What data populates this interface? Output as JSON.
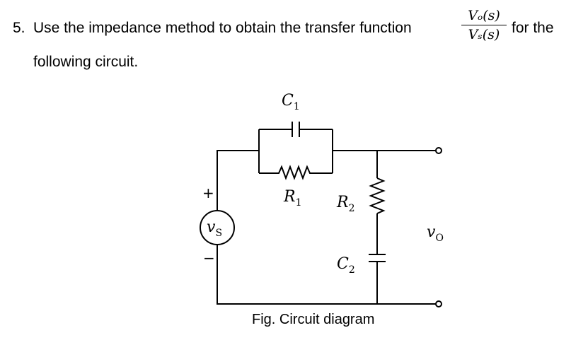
{
  "question": {
    "number": "5.",
    "text_before": "Use the impedance method to obtain the transfer function",
    "fraction_numerator": "Vₒ(s)",
    "fraction_denominator": "Vₛ(s)",
    "text_after": "for the",
    "line2": "following circuit."
  },
  "circuit": {
    "c1_label": "C",
    "c1_sub": "1",
    "r1_label": "R",
    "r1_sub": "1",
    "r2_label": "R",
    "r2_sub": "2",
    "c2_label": "C",
    "c2_sub": "2",
    "source_label": "v",
    "source_sub": "S",
    "output_label": "v",
    "output_sub": "O",
    "plus_sign": "+",
    "minus_sign": "−"
  },
  "caption": "Fig. Circuit diagram"
}
